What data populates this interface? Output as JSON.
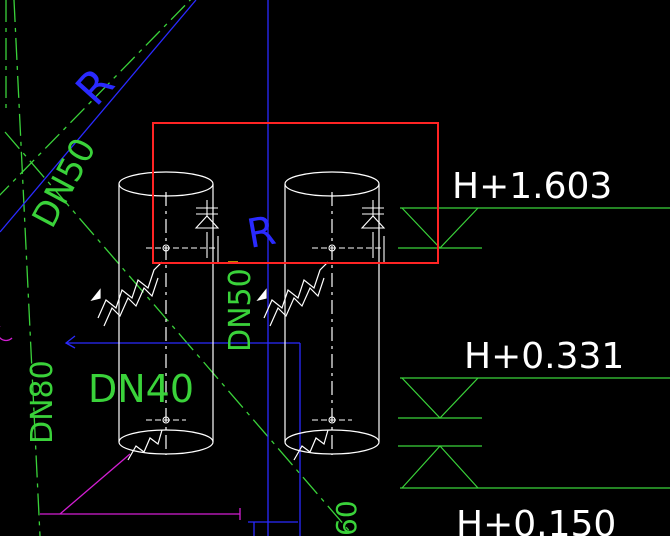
{
  "canvas": {
    "background": "#000000"
  },
  "colors": {
    "white": "#ffffff",
    "green": "#3ad23a",
    "blue": "#2a2aff",
    "red": "#ff2424",
    "magenta": "#d21ed2",
    "yellow": "#ffd000"
  },
  "labels": {
    "r_top": "R",
    "r_mid": "R",
    "dn50_diag": "DN50",
    "dn50_vert": "DN50",
    "dn80_vert": "DN80",
    "dn40": "DN40",
    "elev_1": "H+1.603",
    "elev_2": "H+0.331",
    "elev_3": "H+0.150",
    "partial_bottom": "60"
  },
  "icons": {
    "check_valve": "valve-symbol",
    "elevation_marker": "elevation-triangle"
  }
}
